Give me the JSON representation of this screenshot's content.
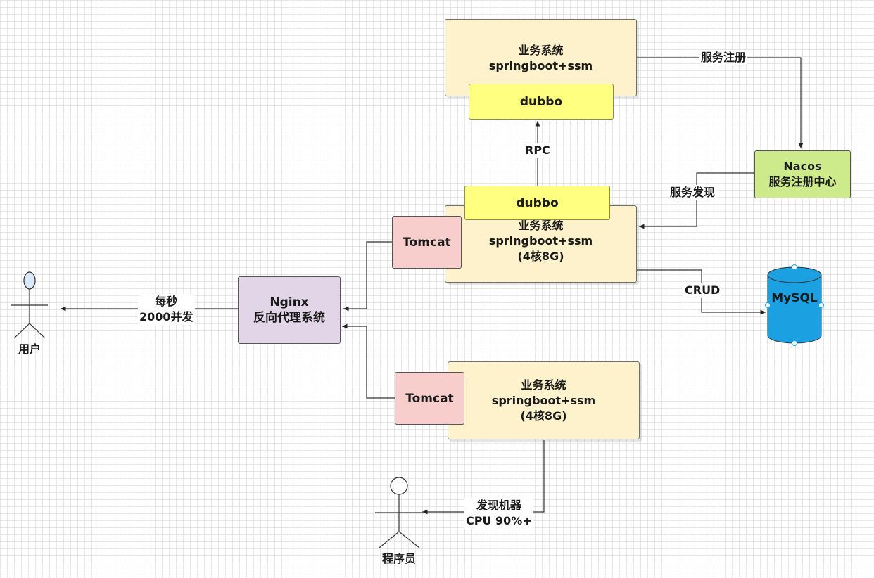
{
  "top_system": {
    "line1": "业务系统",
    "line2": "springboot+ssm",
    "dubbo": "dubbo"
  },
  "mid_system": {
    "line1": "业务系统",
    "line2": "springboot+ssm",
    "line3": "(4核8G)",
    "dubbo": "dubbo",
    "tomcat": "Tomcat"
  },
  "bottom_system": {
    "line1": "业务系统",
    "line2": "springboot+ssm",
    "line3": "(4核8G)",
    "tomcat": "Tomcat"
  },
  "nginx": {
    "line1": "Nginx",
    "line2": "反向代理系统"
  },
  "nacos": {
    "line1": "Nacos",
    "line2": "服务注册中心"
  },
  "mysql": {
    "label": "MySQL"
  },
  "actors": {
    "user": "用户",
    "programmer": "程序员"
  },
  "edges": {
    "register": "服务注册",
    "discover": "服务发现",
    "rpc": "RPC",
    "crud": "CRUD",
    "qps_line1": "每秒",
    "qps_line2": "2000并发",
    "alert_line1": "发现机器",
    "alert_line2": "CPU 90%+"
  },
  "colors": {
    "system_fill": "#fdf2cc",
    "dubbo_fill": "#ffff80",
    "tomcat_fill": "#f8cecc",
    "nginx_fill": "#e1d5e7",
    "nacos_fill": "#cdeb8b",
    "mysql_fill": "#1ba1e2",
    "actor_head_fill": "#dae8fc"
  }
}
